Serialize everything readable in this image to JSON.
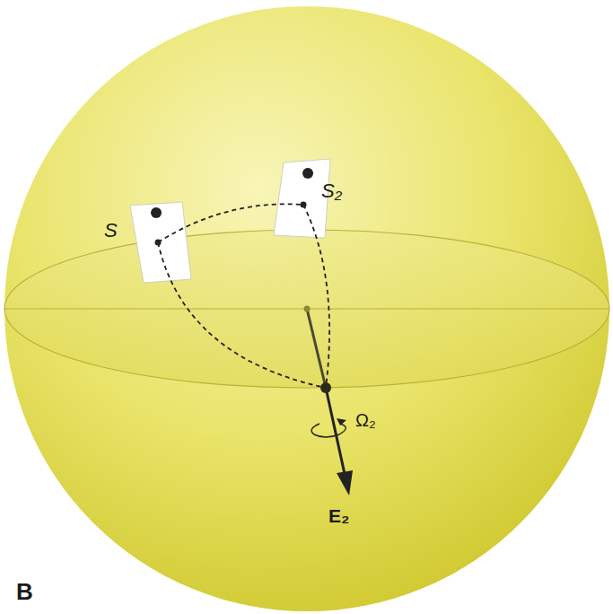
{
  "diagram": {
    "labels": [
      "S",
      "S₂",
      "Ω₂",
      "E₂",
      "B"
    ]
  }
}
